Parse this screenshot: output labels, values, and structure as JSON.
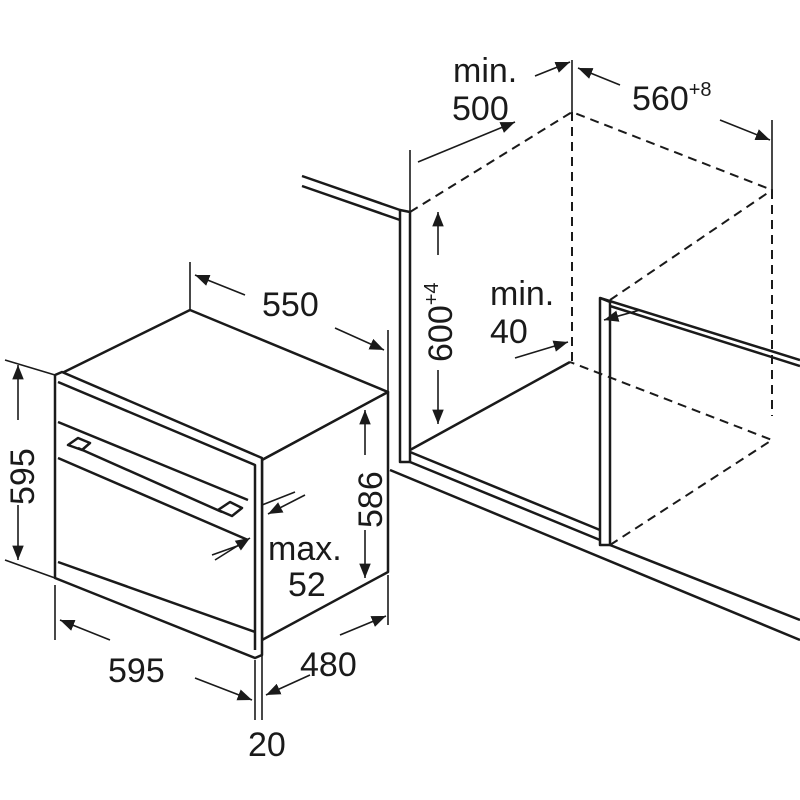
{
  "labels": {
    "niche_depth_prefix": "min.",
    "niche_depth": "500",
    "niche_width": "560",
    "niche_width_tol": "+8",
    "niche_height": "600",
    "niche_height_tol": "+4",
    "gap_prefix": "min.",
    "gap": "40",
    "oven_depth_top": "550",
    "oven_height": "595",
    "oven_body_height": "586",
    "handle_prefix": "max.",
    "handle_depth": "52",
    "oven_width": "595",
    "oven_body_depth": "480",
    "front_thickness": "20"
  },
  "colors": {
    "line": "#1a1a1a",
    "background": "#ffffff"
  }
}
